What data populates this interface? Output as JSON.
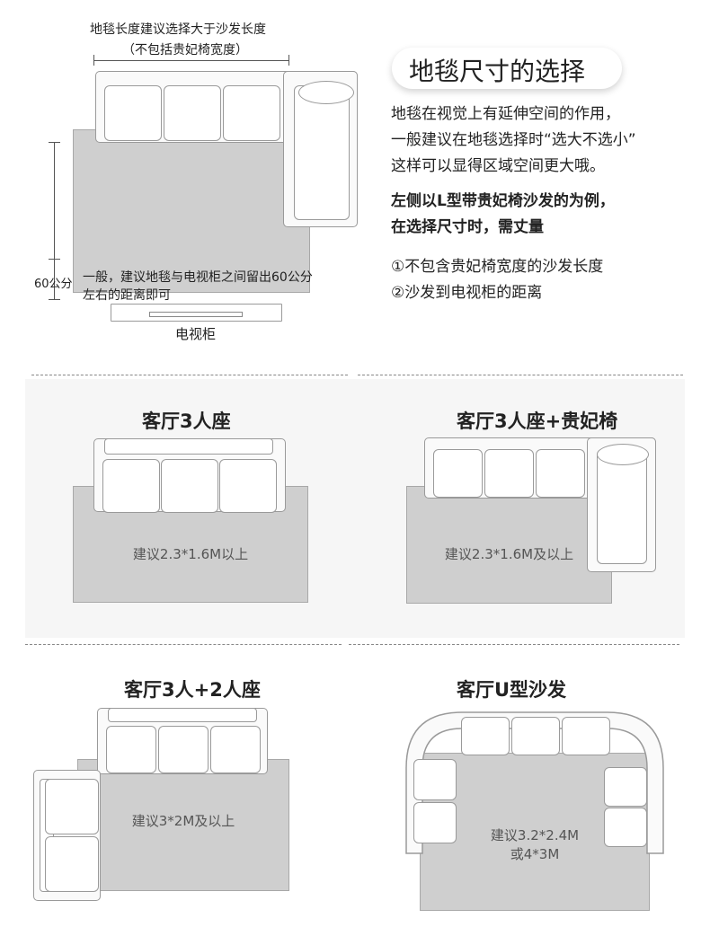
{
  "top": {
    "length_note_1": "地毯长度建议选择大于沙发长度",
    "length_note_2": "（不包括贵妃椅宽度）",
    "distance_label": "60公分",
    "distance_note_1": "一般，建议地毯与电视柜之间留出60公分",
    "distance_note_2": "左右的距离即可",
    "tv_label": "电视柜"
  },
  "intro": {
    "title": "地毯尺寸的选择",
    "para1": [
      "地毯在视觉上有延伸空间的作用，",
      "一般建议在地毯选择时“选大不选小”",
      "这样可以显得区域空间更大哦。"
    ],
    "para2": [
      "左侧以L型带贵妃椅沙发的为例，",
      "在选择尺寸时，需丈量"
    ],
    "para3": [
      "①不包含贵妃椅宽度的沙发长度",
      "②沙发到电视柜的距离"
    ]
  },
  "cards": [
    {
      "title": "客厅3人座",
      "rug_text": "建议2.3*1.6M以上"
    },
    {
      "title": "客厅3人座+贵妃椅",
      "rug_text": "建议2.3*1.6M及以上"
    },
    {
      "title": "客厅3人+2人座",
      "rug_text": "建议3*2M及以上"
    },
    {
      "title": "客厅U型沙发",
      "rug_text_1": "建议3.2*2.4M",
      "rug_text_2": "或4*3M"
    }
  ]
}
